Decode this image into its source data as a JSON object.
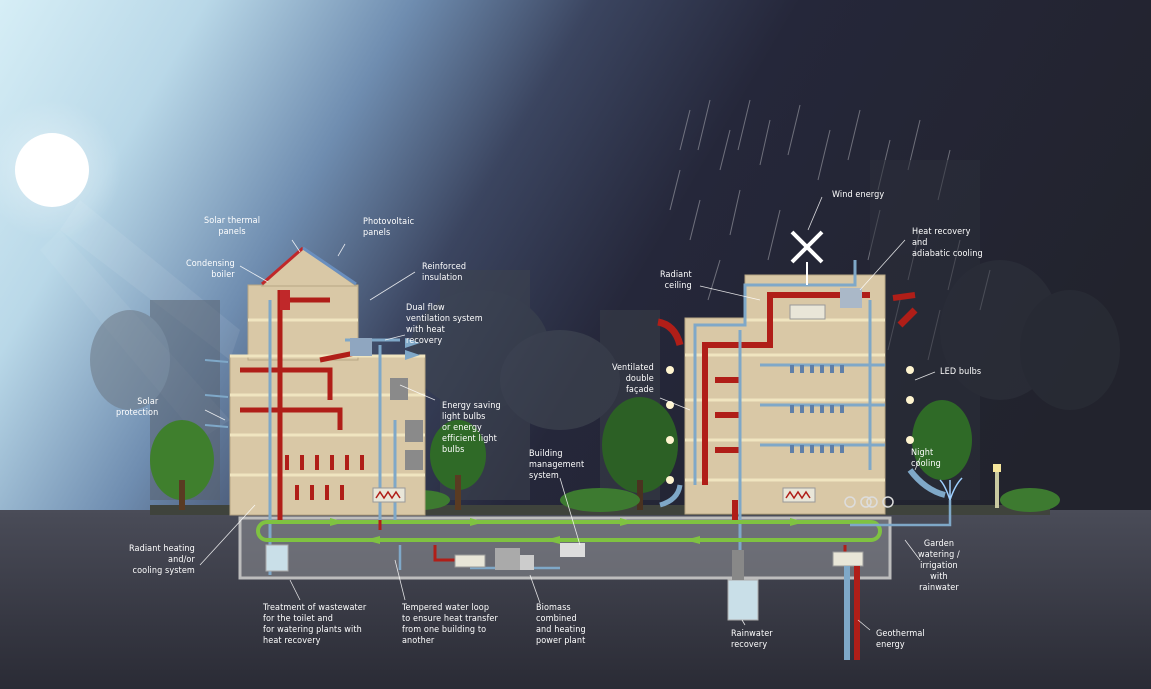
{
  "labels": {
    "solar_thermal": "Solar thermal\npanels",
    "photovoltaic": "Photovoltaic\npanels",
    "condensing_boiler": "Condensing\nboiler",
    "reinforced_insulation": "Reinforced\ninsulation",
    "dual_flow": "Dual flow\nventilation system\nwith heat\nrecovery",
    "solar_protection": "Solar\nprotection",
    "energy_saving": "Energy saving\nlight bulbs\nor energy\nefficient light\nbulbs",
    "bms": "Building\nmanagement\nsystem",
    "radiant_heating": "Radiant heating\nand/or\ncooling system",
    "wastewater": "Treatment of wastewater\nfor the toilet and\nfor watering plants with\nheat recovery",
    "tempered_loop": "Tempered water loop\nto ensure heat transfer\nfrom one building to\nanother",
    "biomass": "Biomass\ncombined\nand heating\npower plant",
    "wind_energy": "Wind energy",
    "heat_recovery_adiabatic": "Heat recovery\nand\nadiabatic cooling",
    "radiant_ceiling": "Radiant\nceiling",
    "ventilated_facade": "Ventilated\ndouble\nfaçade",
    "led_bulbs": "LED bulbs",
    "night_cooling": "Night\ncooling",
    "garden_watering": "Garden\nwatering /\nirrigation\nwith\nrainwater",
    "rainwater_recovery": "Rainwater\nrecovery",
    "geothermal": "Geothermal\nenergy"
  },
  "colors": {
    "heat_pipe": "#b01e18",
    "cold_pipe": "#7fa8c8",
    "loop_pipe": "#7fc241",
    "building_wall": "#d9c8a6",
    "night_sky": "#23242e"
  }
}
